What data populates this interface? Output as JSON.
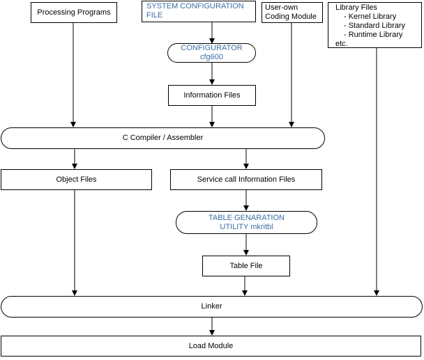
{
  "nodes": {
    "processing_programs": "Processing Programs",
    "system_config_file": {
      "line1": "SYSTEM CONFIGURATION",
      "line2": "FILE"
    },
    "user_own_coding": {
      "line1": "User-own",
      "line2": "Coding Module"
    },
    "library_files": {
      "title": "Library Files",
      "items": [
        "- Kernel Library",
        "- Standard Library",
        "- Runtime Library"
      ],
      "etc": "etc."
    },
    "configurator": {
      "line1": "CONFIGURATOR",
      "line2": "cfg600"
    },
    "information_files": "Information Files",
    "c_compiler": "C Compiler / Assembler",
    "object_files": "Object Files",
    "service_call_info_files": "Service call Information Files",
    "table_generation_utility": {
      "line1": "TABLE GENARATION",
      "line2": "UTILITY mkritbl"
    },
    "table_file": "Table File",
    "linker": "Linker",
    "load_module": "Load Module"
  },
  "colors": {
    "highlight_text": "#3a6ea5",
    "line": "#000000"
  }
}
